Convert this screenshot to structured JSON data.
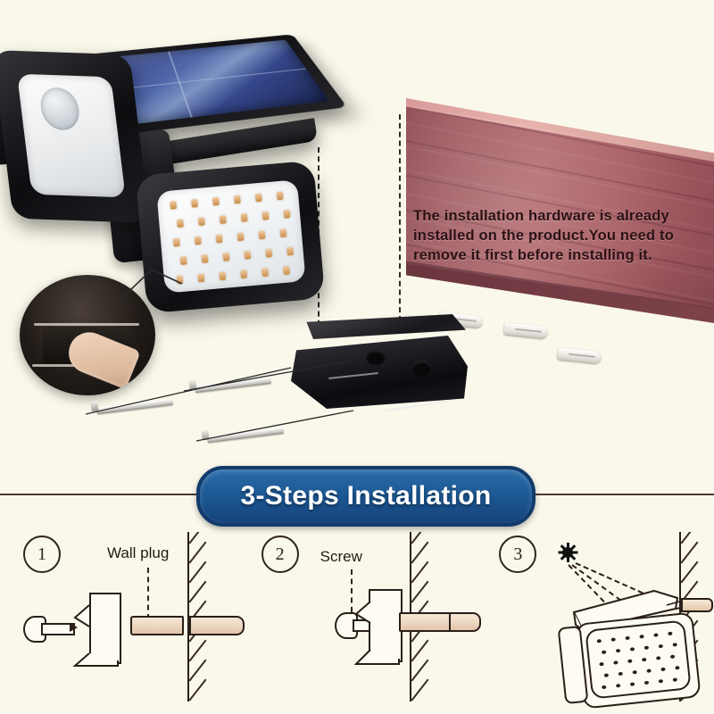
{
  "notice": {
    "text": "The installation hardware is already installed on the product.You need to remove it first before installing it."
  },
  "banner": {
    "title": "3-Steps Installation",
    "fill_color": "#1d5a96",
    "border_color": "#123a6b",
    "text_color": "#ffffff"
  },
  "background": {
    "page_color": "#faf8ea",
    "wall_color": "#a05a60",
    "divider_color": "#4a3b30"
  },
  "product": {
    "name": "solar motion sensor wall light",
    "solar_panel_color": "#2d3e82",
    "housing_color": "#16161a",
    "led_color": "#d9a05e",
    "led_rows": 5,
    "led_cols": 6
  },
  "inset": {
    "name": "button-press-detail"
  },
  "bracket": {
    "name": "mounting-bracket"
  },
  "wall_plugs": {
    "count": 3,
    "color": "#ffffff"
  },
  "steps": [
    {
      "number": "1",
      "label": "Wall plug",
      "icon": "wall-plug-insert-icon"
    },
    {
      "number": "2",
      "label": "Screw",
      "icon": "screw-fasten-icon"
    },
    {
      "number": "3",
      "label": "",
      "icon": "mounted-lamp-sun-icon"
    }
  ]
}
